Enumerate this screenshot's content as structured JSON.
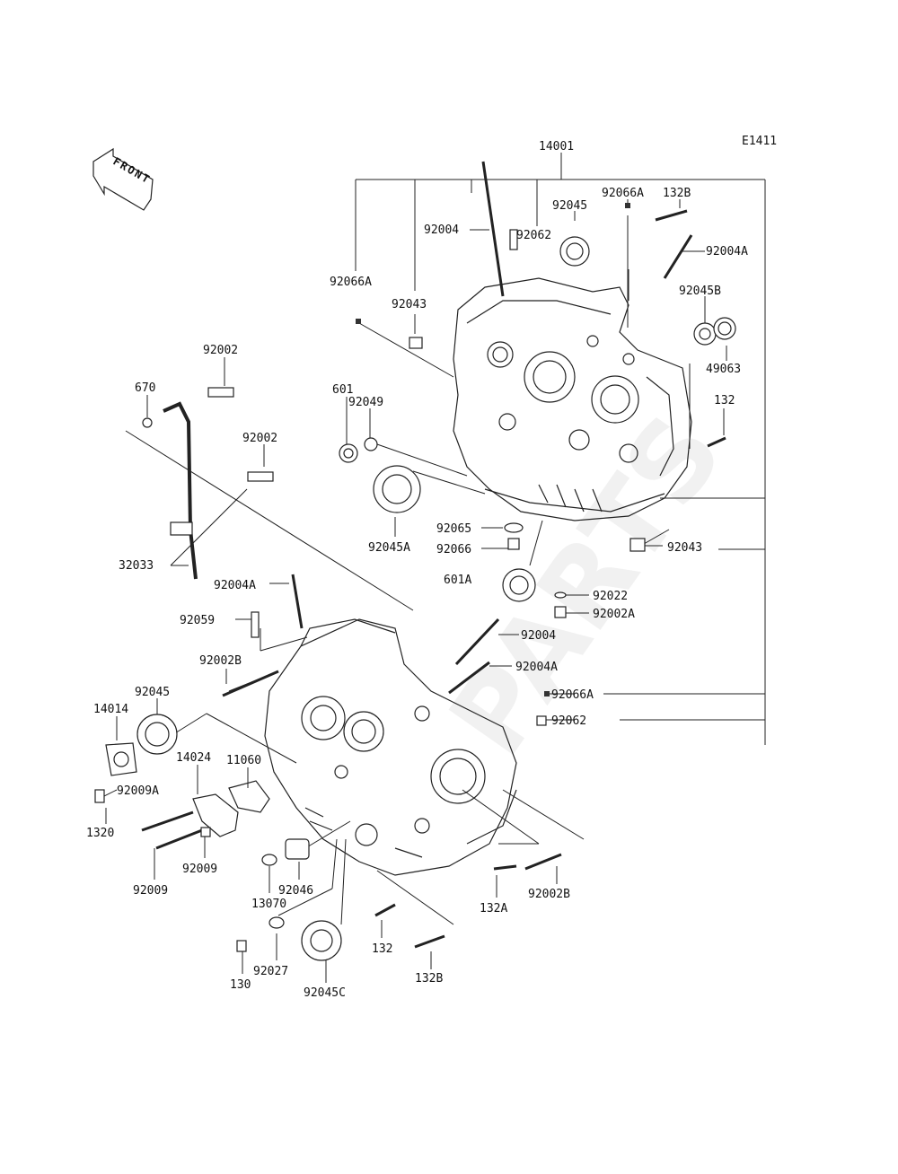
{
  "figure_code": "E1411",
  "front_arrow_label": "FRONT",
  "watermark": "PARTS",
  "labels": {
    "14001": "14001",
    "92066A_top": "92066A",
    "132B_top": "132B",
    "92045_top": "92045",
    "92004_top": "92004",
    "92062_top": "92062",
    "92004A_right": "92004A",
    "92045B": "92045B",
    "92066A_left": "92066A",
    "92043_left": "92043",
    "49063": "49063",
    "132_right": "132",
    "92002_a": "92002",
    "670": "670",
    "92049": "92049",
    "601": "601",
    "92002_b": "92002",
    "92065": "92065",
    "92066": "92066",
    "92045A": "92045A",
    "92043_right": "92043",
    "32033": "32033",
    "92004A_mid": "92004A",
    "601A": "601A",
    "92022": "92022",
    "92002A": "92002A",
    "92059": "92059",
    "92004_mid": "92004",
    "92002B_left": "92002B",
    "92004A_low": "92004A",
    "92066A_low": "92066A",
    "92045_low": "92045",
    "92062_low": "92062",
    "14014": "14014",
    "14024": "14024",
    "11060": "11060",
    "92009A": "92009A",
    "1320": "1320",
    "92009_a": "92009",
    "92009_b": "92009",
    "92046": "92046",
    "13070": "13070",
    "132A": "132A",
    "92002B_right": "92002B",
    "132_low": "132",
    "92027": "92027",
    "130": "130",
    "92045C": "92045C",
    "132B_low": "132B"
  }
}
